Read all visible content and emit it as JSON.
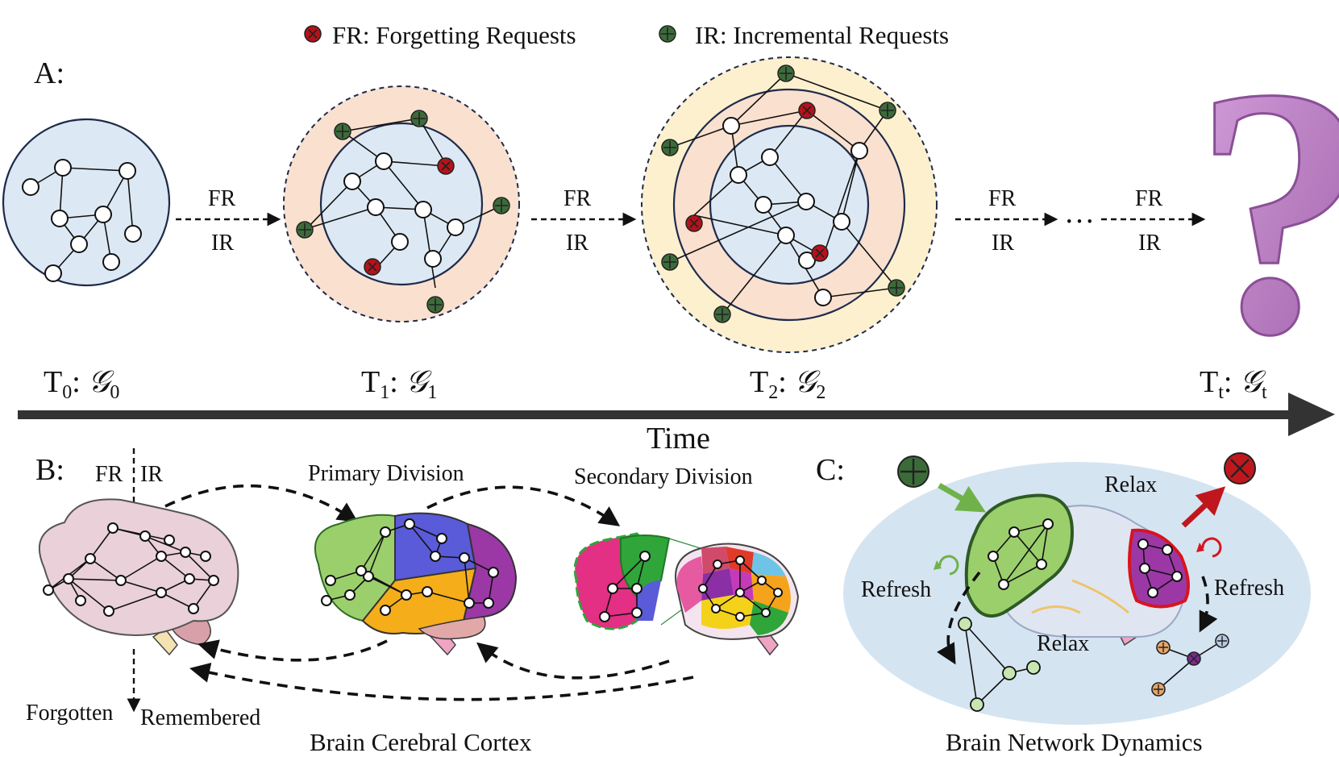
{
  "legend": {
    "forgetting": "FR: Forgetting Requests",
    "incremental": "IR: Incremental Requests"
  },
  "panel_a": {
    "label": "A:",
    "stages": [
      {
        "t": "T",
        "sub": "0",
        "g": "𝒢",
        "gsub": "0"
      },
      {
        "t": "T",
        "sub": "1",
        "g": "𝒢",
        "gsub": "1"
      },
      {
        "t": "T",
        "sub": "2",
        "g": "𝒢",
        "gsub": "2"
      },
      {
        "t": "T",
        "sub": "t",
        "g": "𝒢",
        "gsub": "t"
      }
    ],
    "arrow_top": "FR",
    "arrow_bottom": "IR",
    "ellipsis": "…",
    "question_mark": "?"
  },
  "time_label": "Time",
  "panel_b": {
    "label": "B:",
    "fr": "FR",
    "ir": "IR",
    "primary": "Primary Division",
    "secondary": "Secondary Division",
    "forgotten": "Forgotten",
    "remembered": "Remembered",
    "caption": "Brain Cerebral Cortex"
  },
  "panel_c": {
    "label": "C:",
    "relax_top": "Relax",
    "relax_bottom": "Relax",
    "refresh_left": "Refresh",
    "refresh_right": "Refresh",
    "caption": "Brain Network Dynamics"
  },
  "colors": {
    "forget": "#b5121b",
    "incremental": "#3c6b3a",
    "blue_region": "#dce9f4",
    "orange_region": "#f9e0cf",
    "yellow_region": "#fdf0cf",
    "question": "#b07ab9",
    "dark_arrow": "#333333"
  }
}
